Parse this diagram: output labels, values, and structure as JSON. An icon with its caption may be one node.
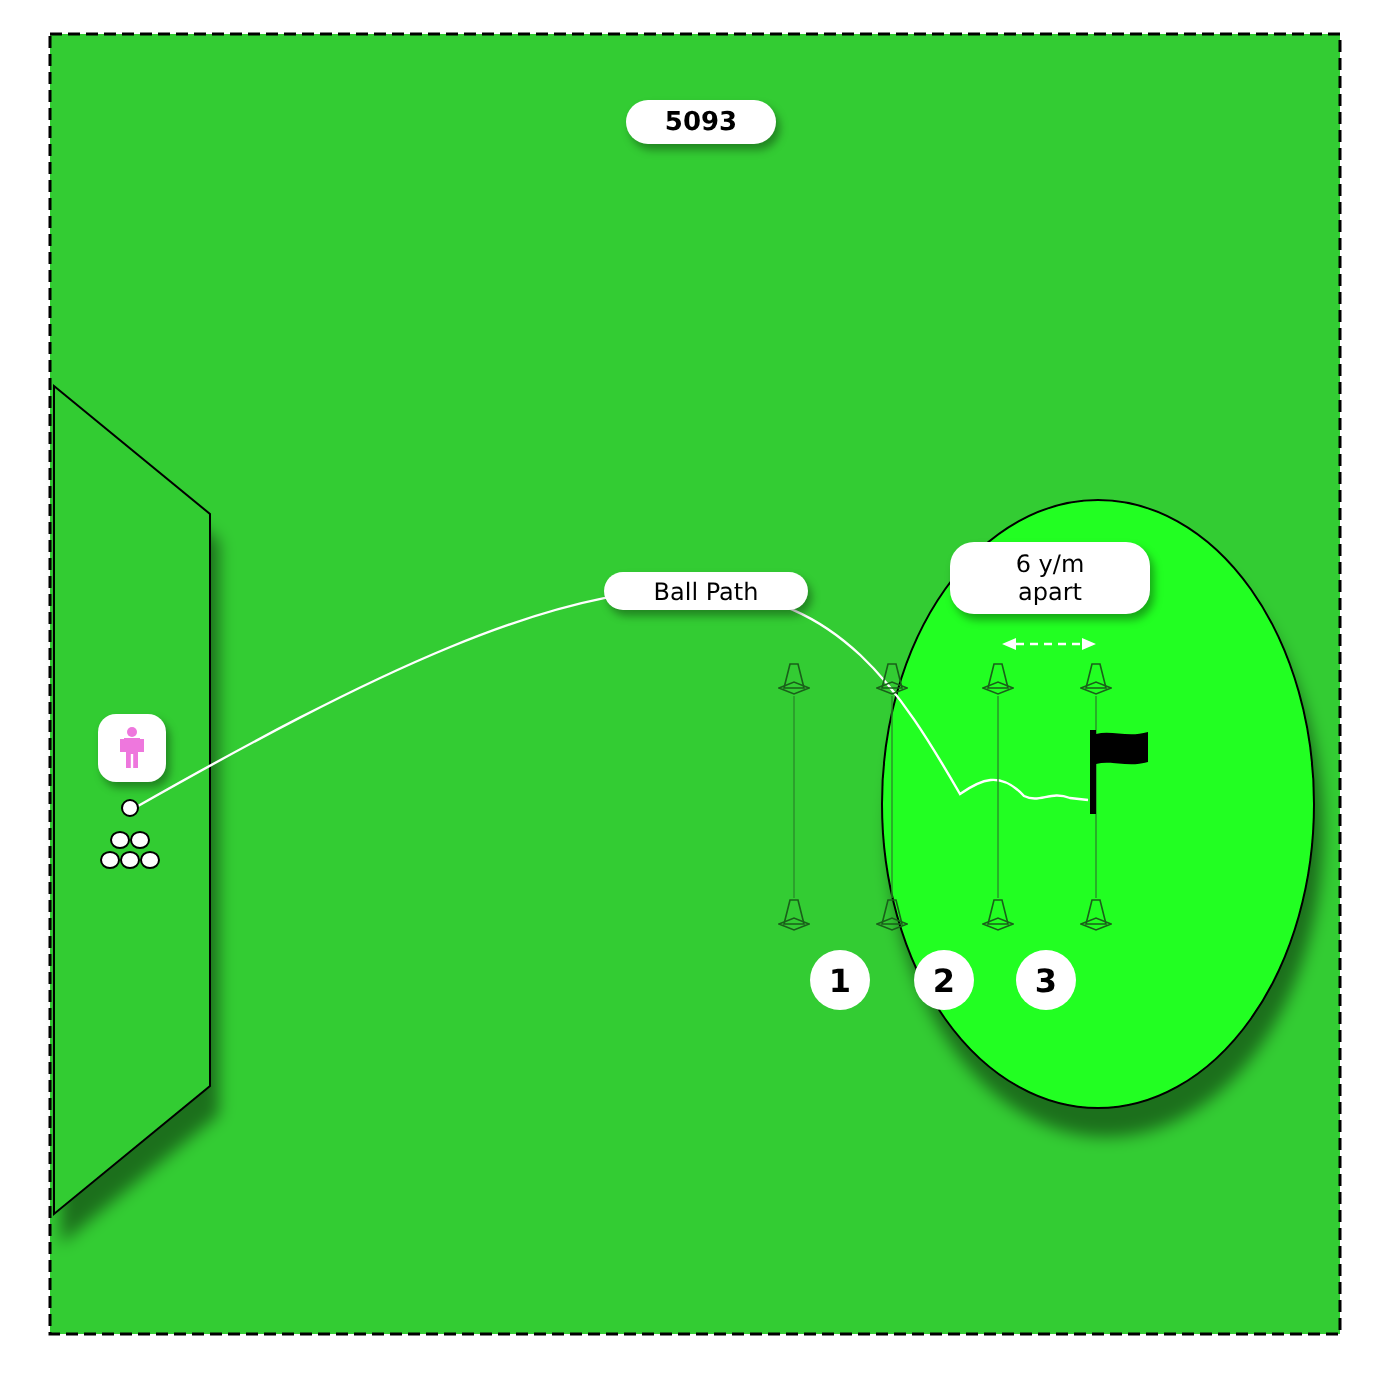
{
  "diagram": {
    "nodes": [
      {
        "text": [
          "5093"
        ]
      },
      {
        "text": [
          "6 y/m apart"
        ]
      },
      {
        "text": [
          "1"
        ]
      },
      {
        "text": [
          "2"
        ]
      },
      {
        "text": [
          "3"
        ]
      },
      {
        "text": [],
        "shape": "circle"
      },
      {
        "text": [],
        "shape": "picture"
      },
      {
        "text": [],
        "shape": "cone"
      },
      {
        "text": [],
        "shape": "cone"
      },
      {
        "text": [],
        "shape": "cone"
      },
      {
        "text": [],
        "shape": "cone"
      },
      {
        "text": [],
        "shape": "cone"
      },
      {
        "text": [],
        "shape": "cone"
      },
      {
        "text": [],
        "shape": "cone"
      },
      {
        "text": [],
        "shape": "cone"
      }
    ],
    "edges": [
      {
        "from": 5,
        "to": 6,
        "arrow": "none",
        "label": "Ball Path",
        "color": "#ffffff"
      },
      {
        "from": 7,
        "to": 11,
        "arrow": "none"
      },
      {
        "from": 8,
        "to": 12,
        "arrow": "none"
      },
      {
        "from": 9,
        "to": 13,
        "arrow": "none"
      },
      {
        "from": 10,
        "to": 14,
        "arrow": "none"
      }
    ]
  }
}
